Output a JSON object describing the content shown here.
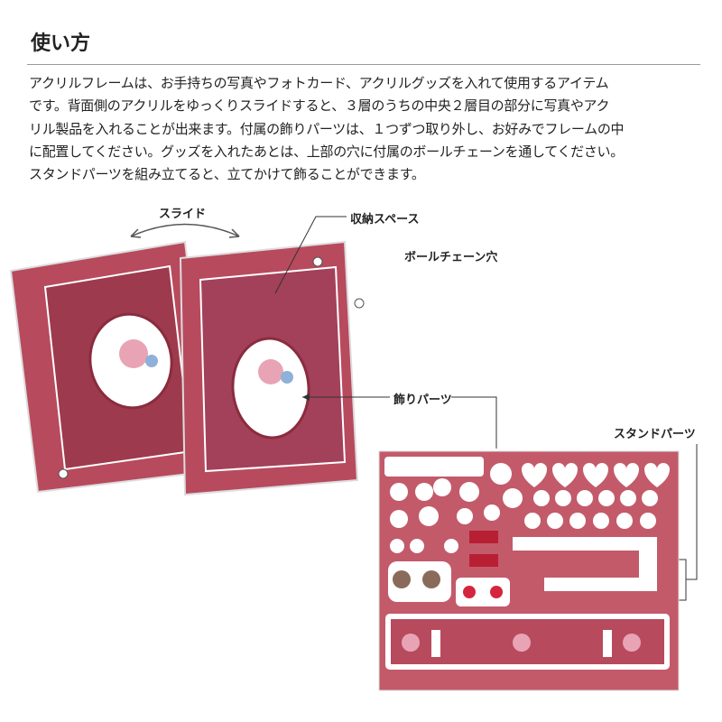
{
  "header": {
    "title": "使い方"
  },
  "description": {
    "lines": [
      "アクリルフレームは、お手持ちの写真やフォトカード、アクリルグッズを入れて使用するアイテム",
      "です。背面側のアクリルをゆっくりスライドすると、３層のうちの中央２層目の部分に写真やアク",
      "リル製品を入れることが出来ます。付属の飾りパーツは、１つずつ取り外し、お好みでフレームの中",
      "に配置してください。グッズを入れたあとは、上部の穴に付属のボールチェーンを通してください。",
      "スタンドパーツを組み立てると、立てかけて飾ることができます。"
    ]
  },
  "labels": {
    "slide": "スライド",
    "storage_space": "収納スペース",
    "ball_chain_hole": "ボールチェーン穴",
    "decoration_parts": "飾りパーツ",
    "stand_parts": "スタンドパーツ"
  },
  "colors": {
    "frame": "#b84a5e",
    "frame_dark": "#9e3a4d",
    "sheet": "#c35a6a",
    "accent": "#e6a0ac"
  }
}
